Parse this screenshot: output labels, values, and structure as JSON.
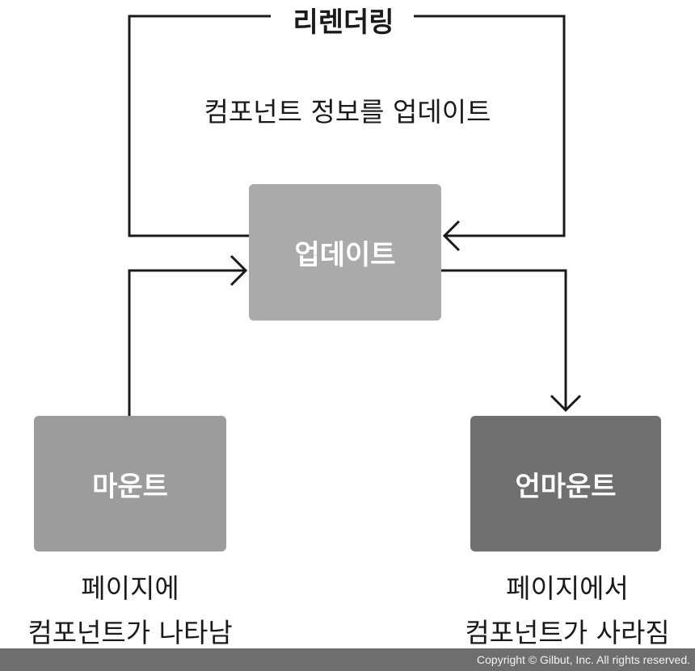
{
  "loop_title": "리렌더링",
  "loop_caption": "컴포넌트 정보를 업데이트",
  "boxes": {
    "update": {
      "label": "업데이트",
      "color": "#aaaaaa"
    },
    "mount": {
      "label": "마운트",
      "color": "#9c9c9c"
    },
    "unmount": {
      "label": "언마운트",
      "color": "#707070"
    }
  },
  "mount_caption": [
    "페이지에",
    "컴포넌트가 나타남"
  ],
  "unmount_caption": [
    "페이지에서",
    "컴포넌트가 사라짐"
  ],
  "footer": "Copyright © Gilbut, Inc. All rights reserved."
}
